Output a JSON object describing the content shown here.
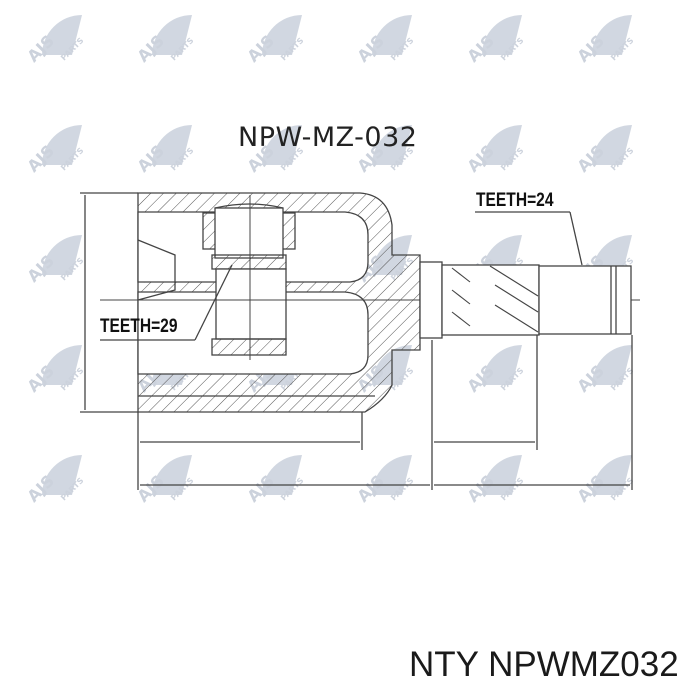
{
  "drawing": {
    "title": "NPW-MZ-032",
    "labels": {
      "teeth_outer": "TEETH=24",
      "teeth_inner": "TEETH=29"
    },
    "watermark": {
      "brand": "AJS",
      "sub": "PARTS",
      "color": "#c5ccd8"
    },
    "line_color": "#444444"
  },
  "footer": {
    "text": "NTY NPWMZ032"
  }
}
